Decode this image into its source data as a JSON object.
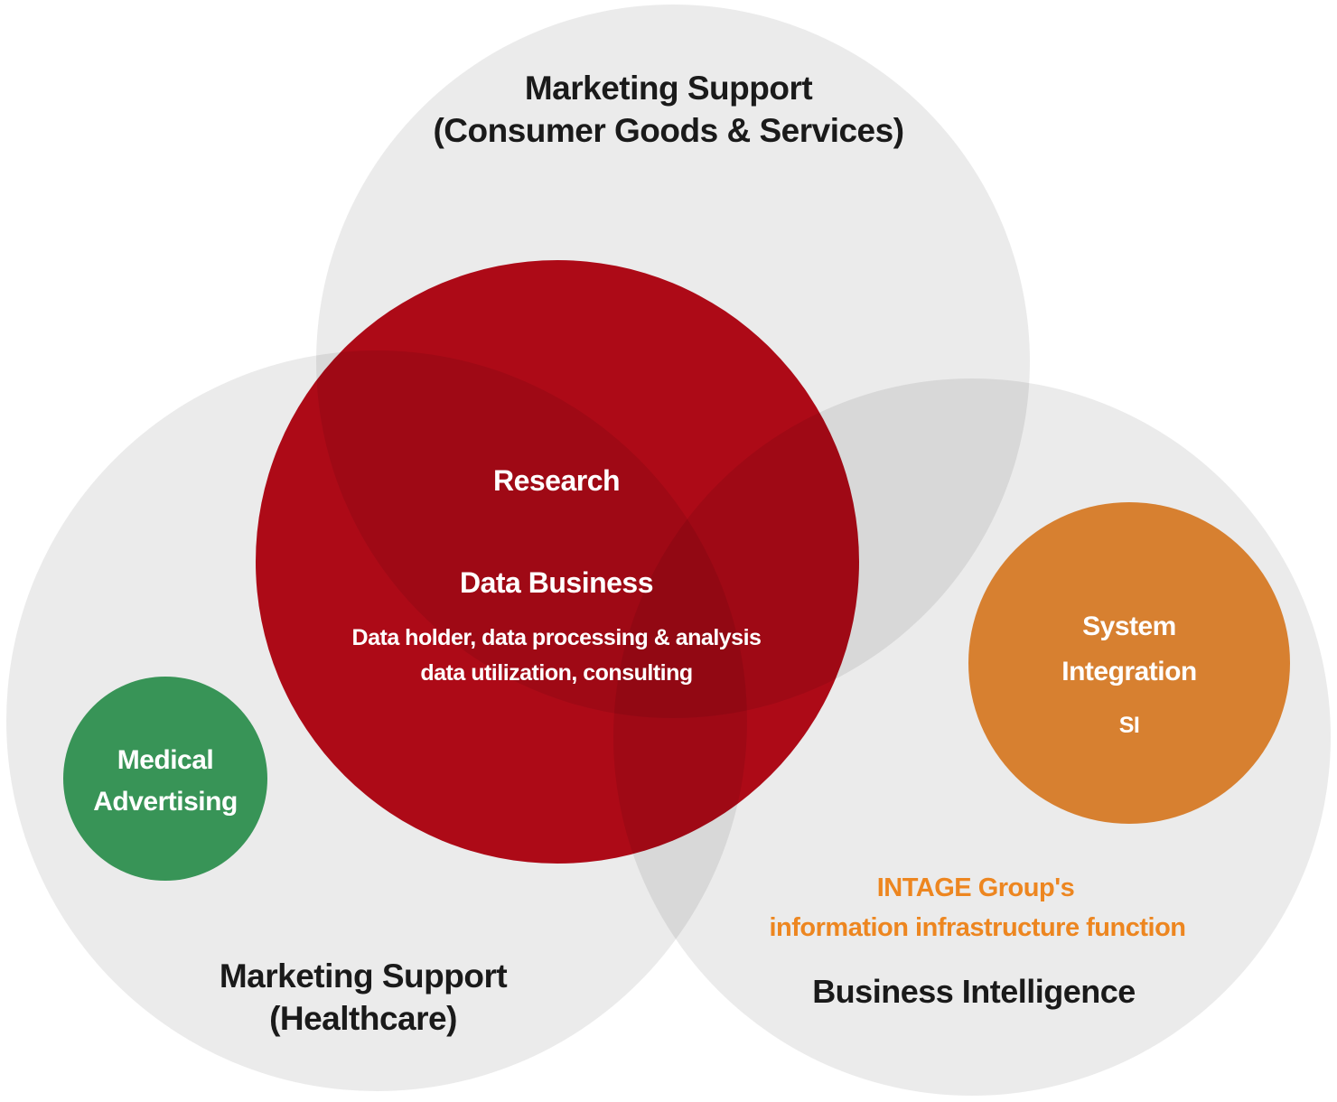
{
  "diagram": {
    "top_circle": {
      "label_line1": "Marketing Support",
      "label_line2": "(Consumer Goods & Services)"
    },
    "left_circle": {
      "label_line1": "Marketing Support",
      "label_line2": "(Healthcare)"
    },
    "right_circle": {
      "sublabel_line1": "INTAGE Group's",
      "sublabel_line2": "information infrastructure function",
      "label": "Business Intelligence"
    },
    "red_circle": {
      "title1": "Research",
      "title2": "Data Business",
      "desc_line1": "Data holder, data processing & analysis",
      "desc_line2": "data utilization, consulting"
    },
    "green_circle": {
      "label_line1": "Medical",
      "label_line2": "Advertising"
    },
    "orange_circle": {
      "label_line1": "System",
      "label_line2": "Integration",
      "label_line3": "SI"
    }
  },
  "colors": {
    "background": "#ffffff",
    "gray_overlay": "#000000",
    "red": "#bc0b1a",
    "green": "#389457",
    "orange_circle": "#d78030",
    "orange_text": "#ed8620",
    "dark_text": "#1a1a1a",
    "white_text": "#ffffff"
  }
}
